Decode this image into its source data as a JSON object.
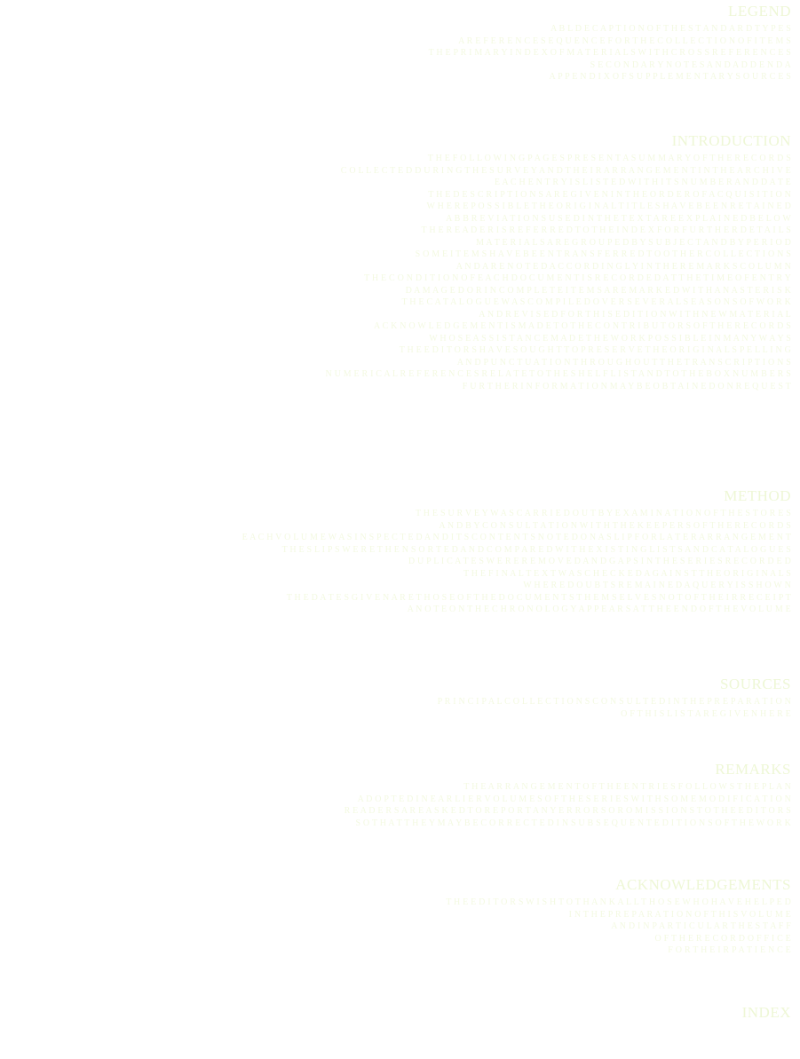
{
  "page": {
    "sections": [
      {
        "id": "s1",
        "heading": "LEGEND",
        "lines": [
          "A   B L D E   C A P T I O N   O F   T H E   S T A N D A R D   T Y P E S",
          "A   R E F E R E N C E   S E Q U E N C E   F O R   T H E   C O L L E C T I O N   O F   I T E M S",
          "T H E   P R I M A R Y   I N D E X   O F   M A T E R I A L S   W I T H   C R O S S   R E F E R E N C E S",
          "S E C O N D A R Y   N O T E S   A N D   A D D E N D A",
          "A P P E N D I X   O F   S U P P L E M E N T A R Y   S O U R C E S"
        ]
      },
      {
        "id": "s2",
        "heading": "INTRODUCTION",
        "lines": [
          "T H E   F O L L O W I N G   P A G E S   P R E S E N T   A   S U M M A R Y   O F   T H E   R E C O R D S",
          "C O L L E C T E D   D U R I N G   T H E   S U R V E Y   A N D   T H E I R   A R R A N G E M E N T   I N   T H E   A R C H I V E",
          "E A C H   E N T R Y   I S   L I S T E D   W I T H   I T S   N U M B E R   A N D   D A T E",
          "T H E   D E S C R I P T I O N S   A R E   G I V E N   I N   T H E   O R D E R   O F   A C Q U I S I T I O N",
          "W H E R E   P O S S I B L E   T H E   O R I G I N A L   T I T L E S   H A V E   B E E N   R E T A I N E D",
          "A B B R E V I A T I O N S   U S E D   I N   T H E   T E X T   A R E   E X P L A I N E D   B E L O W",
          "T H E   R E A D E R   I S   R E F E R R E D   T O   T H E   I N D E X   F O R   F U R T H E R   D E T A I L S",
          "M A T E R I A L S   A R E   G R O U P E D   B Y   S U B J E C T   A N D   B Y   P E R I O D",
          "S O M E   I T E M S   H A V E   B E E N   T R A N S F E R R E D   T O   O T H E R   C O L L E C T I O N S",
          "A N D   A R E   N O T E D   A C C O R D I N G L Y   I N   T H E   R E M A R K S   C O L U M N",
          "T H E   C O N D I T I O N   O F   E A C H   D O C U M E N T   I S   R E C O R D E D   A T   T H E   T I M E   O F   E N T R Y",
          "D A M A G E D   O R   I N C O M P L E T E   I T E M S   A R E   M A R K E D   W I T H   A N   A S T E R I S K",
          "T H E   C A T A L O G U E   W A S   C O M P I L E D   O V E R   S E V E R A L   S E A S O N S   O F   W O R K",
          "A N D   R E V I S E D   F O R   T H I S   E D I T I O N   W I T H   N E W   M A T E R I A L",
          "A C K N O W L E D G E M E N T   I S   M A D E   T O   T H E   C O N T R I B U T O R S   O F   T H E   R E C O R D S",
          "W H O S E   A S S I S T A N C E   M A D E   T H E   W O R K   P O S S I B L E   I N   M A N Y   W A Y S",
          "T H E   E D I T O R S   H A V E   S O U G H T   T O   P R E S E R V E   T H E   O R I G I N A L   S P E L L I N G",
          "A N D   P U N C T U A T I O N   T H R O U G H O U T   T H E   T R A N S C R I P T I O N S",
          "N U M E R I C A L   R E F E R E N C E S   R E L A T E   T O   T H E   S H E L F   L I S T   A N D   T O   T H E   B O X   N U M B E R S",
          "F U R T H E R   I N F O R M A T I O N   M A Y   B E   O B T A I N E D   O N   R E Q U E S T"
        ]
      },
      {
        "id": "s3",
        "heading": "METHOD",
        "lines": [
          "T H E   S U R V E Y   W A S   C A R R I E D   O U T   B Y   E X A M I N A T I O N   O F   T H E   S T O R E S",
          "A N D   B Y   C O N S U L T A T I O N   W I T H   T H E   K E E P E R S   O F   T H E   R E C O R D S",
          "E A C H   V O L U M E   W A S   I N S P E C T E D   A N D   I T S   C O N T E N T S   N O T E D   O N   A   S L I P   F O R   L A T E R   A R R A N G E M E N T",
          "T H E   S L I P S   W E R E   T H E N   S O R T E D   A N D   C O M P A R E D   W I T H   E X I S T I N G   L I S T S   A N D   C A T A L O G U E S",
          "D U P L I C A T E S   W E R E   R E M O V E D   A N D   G A P S   I N   T H E   S E R I E S   R E C O R D E D",
          "T H E   F I N A L   T E X T   W A S   C H E C K E D   A G A I N S T   T H E   O R I G I N A L S",
          "W H E R E   D O U B T S   R E M A I N E D   A   Q U E R Y   I S   S H O W N",
          "T H E   D A T E S   G I V E N   A R E   T H O S E   O F   T H E   D O C U M E N T S   T H E M S E L V E S   N O T   O F   T H E I R   R E C E I P T",
          "A   N O T E   O N   T H E   C H R O N O L O G Y   A P P E A R S   A T   T H E   E N D   O F   T H E   V O L U M E"
        ]
      },
      {
        "id": "s4",
        "heading": "SOURCES",
        "lines": [
          "P R I N C I P A L   C O L L E C T I O N S   C O N S U L T E D   I N   T H E   P R E P A R A T I O N",
          "O F   T H I S   L I S T   A R E   G I V E N   H E R E"
        ]
      },
      {
        "id": "s5",
        "heading": "REMARKS",
        "lines": [
          "T H E   A R R A N G E M E N T   O F   T H E   E N T R I E S   F O L L O W S   T H E   P L A N",
          "A D O P T E D   I N   E A R L I E R   V O L U M E S   O F   T H E   S E R I E S   W I T H   S O M E   M O D I F I C A T I O N",
          "R E A D E R S   A R E   A S K E D   T O   R E P O R T   A N Y   E R R O R S   O R   O M I S S I O N S   T O   T H E   E D I T O R S",
          "S O   T H A T   T H E Y   M A Y   B E   C O R R E C T E D   I N   S U B S E Q U E N T   E D I T I O N S   O F   T H E   W O R K"
        ]
      },
      {
        "id": "s6",
        "heading": "ACKNOWLEDGEMENTS",
        "lines": [
          "T H E   E D I T O R S   W I S H   T O   T H A N K   A L L   T H O S E   W H O   H A V E   H E L P E D",
          "I N   T H E   P R E P A R A T I O N   O F   T H I S   V O L U M E",
          "A N D   I N   P A R T I C U L A R   T H E   S T A F F",
          "O F   T H E   R E C O R D   O F F I C E",
          "F O R   T H E I R   P A T I E N C E"
        ]
      },
      {
        "id": "s7",
        "heading": "INDEX",
        "lines": []
      }
    ]
  }
}
